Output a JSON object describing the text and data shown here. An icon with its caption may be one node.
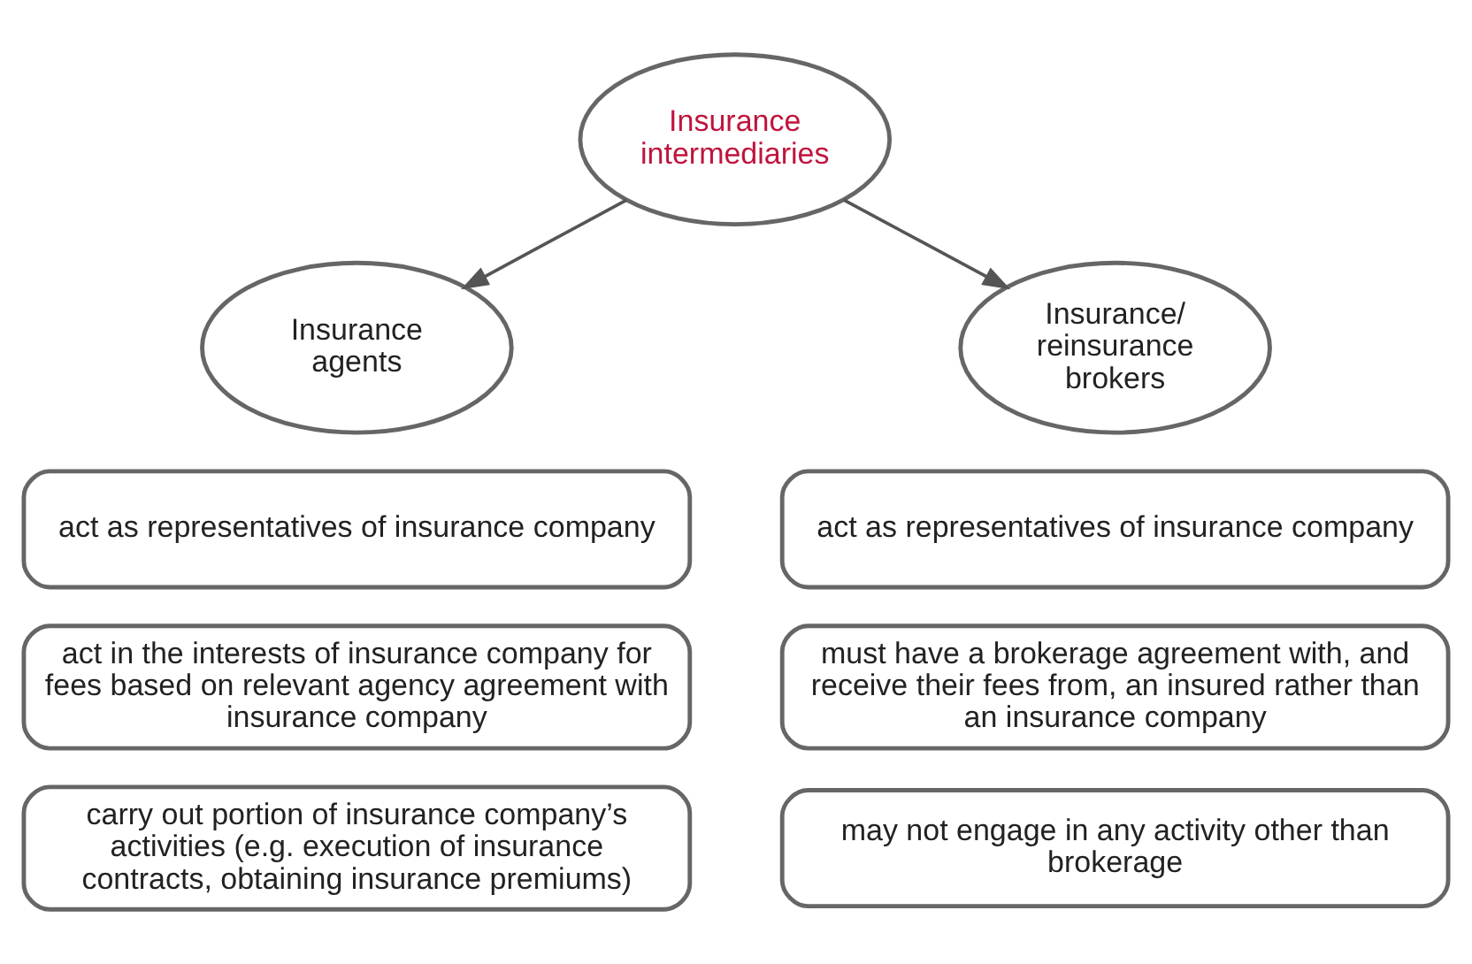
{
  "diagram": {
    "nodes": [
      {
        "text": [
          "Insurance intermediaries"
        ]
      },
      {
        "text": [
          "Insurance agents"
        ]
      },
      {
        "text": [
          "Insurance/ reinsurance brokers"
        ]
      },
      {
        "text": [
          "act as representatives of insurance company"
        ]
      },
      {
        "text": [
          "act in the interests of insurance company for fees based on relevant agency agreement with insurance company"
        ]
      },
      {
        "text": [
          "carry out portion of insurance company’s activities (e.g. execution of insurance contracts, obtaining insurance premiums)"
        ]
      },
      {
        "text": [
          "act as representatives of insurance company"
        ]
      },
      {
        "text": [
          "must have a brokerage agreement with, and receive their fees from, an insured rather than an insurance company"
        ]
      },
      {
        "text": [
          "may not engage in any activity other than brokerage"
        ]
      }
    ],
    "edges": [
      {
        "from": 0,
        "to": 1,
        "arrow": "to"
      },
      {
        "from": 0,
        "to": 2,
        "arrow": "to"
      }
    ]
  }
}
